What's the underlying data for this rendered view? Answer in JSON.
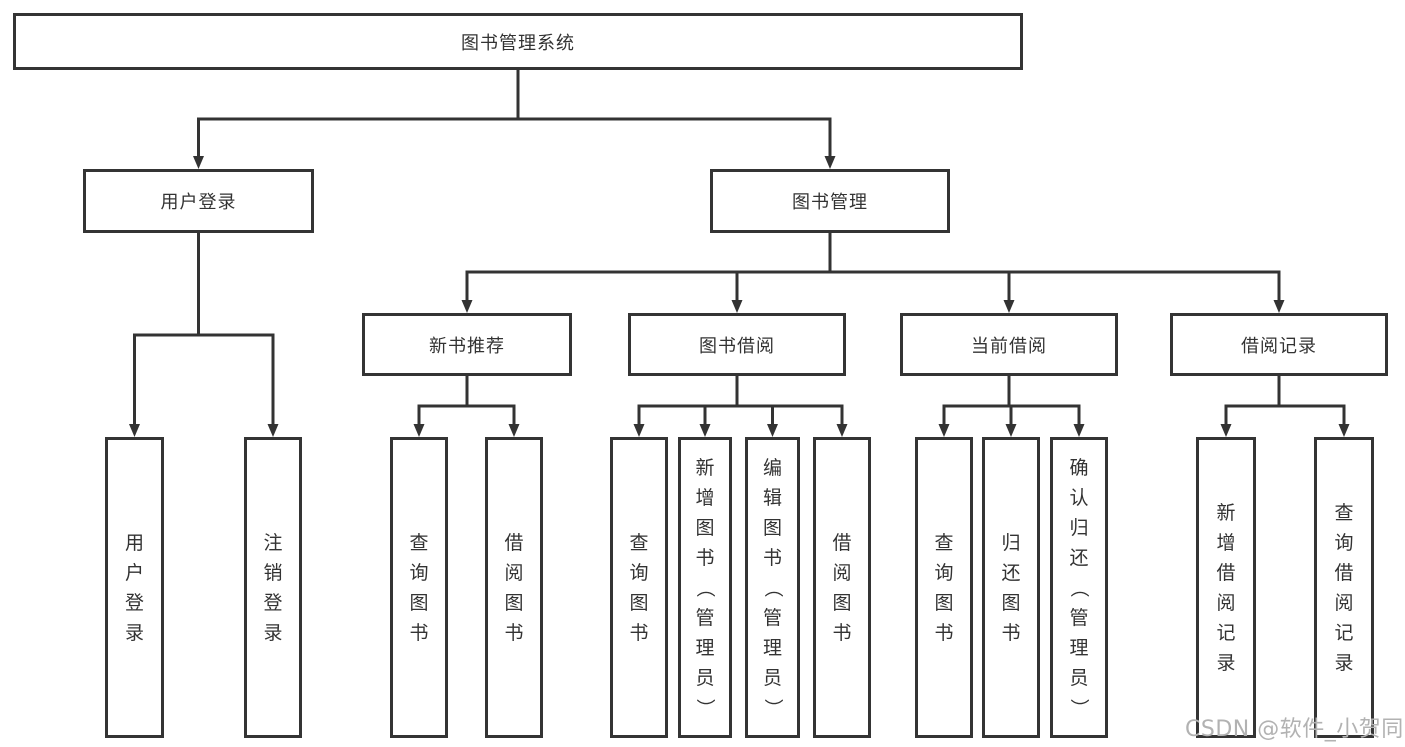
{
  "page": {
    "background": "#ffffff"
  },
  "colors": {
    "line": "#333333",
    "box_border": "#343434",
    "text": "#333333",
    "watermark": "#b2b2b2"
  },
  "watermark": "CSDN @软件_小贺同学",
  "tree": {
    "root": {
      "label": "图书管理系统"
    },
    "branches": [
      {
        "label": "用户登录",
        "children": [
          {
            "label": "用户登录"
          },
          {
            "label": "注销登录"
          }
        ]
      },
      {
        "label": "图书管理",
        "groups": [
          {
            "label": "新书推荐",
            "children": [
              {
                "label": "查询图书"
              },
              {
                "label": "借阅图书"
              }
            ]
          },
          {
            "label": "图书借阅",
            "children": [
              {
                "label": "查询图书"
              },
              {
                "label": "新增图书（管理员）"
              },
              {
                "label": "编辑图书（管理员）"
              },
              {
                "label": "借阅图书"
              }
            ]
          },
          {
            "label": "当前借阅",
            "children": [
              {
                "label": "查询图书"
              },
              {
                "label": "归还图书"
              },
              {
                "label": "确认归还（管理员）"
              }
            ]
          },
          {
            "label": "借阅记录",
            "children": [
              {
                "label": "新增借阅记录"
              },
              {
                "label": "查询借阅记录"
              }
            ]
          }
        ]
      }
    ]
  }
}
